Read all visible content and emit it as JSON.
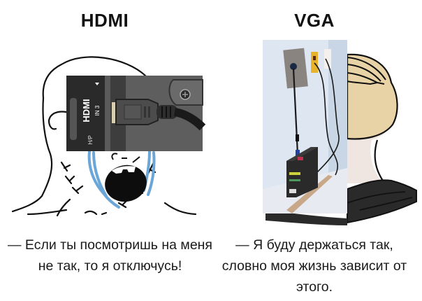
{
  "panels": {
    "left": {
      "title": "HDMI",
      "caption": "— Если ты посмотришь на меня не так, то я отключусь!",
      "photo": {
        "subject": "HDMI cable plugged into TV port",
        "port_label": "HDMI",
        "port_sub_label": "IN 3",
        "side_label": "H/P"
      },
      "character": "crying-wojak"
    },
    "right": {
      "title": "VGA",
      "caption": "— Я буду держаться так, словно моя жизнь зависит от этого.",
      "photo": {
        "subject": "VGA cable hanging from wall plate to PC tower"
      },
      "character": "calm-chad-profile"
    }
  },
  "colors": {
    "background": "#ffffff",
    "text": "#111111",
    "skin": "#e8d3a6",
    "neck": "#efe6e1",
    "shirt": "#2a2a2a",
    "tears": "#6aa6d8",
    "wall": "#dfe7f2",
    "tv_panel": "#3a3a3a"
  }
}
